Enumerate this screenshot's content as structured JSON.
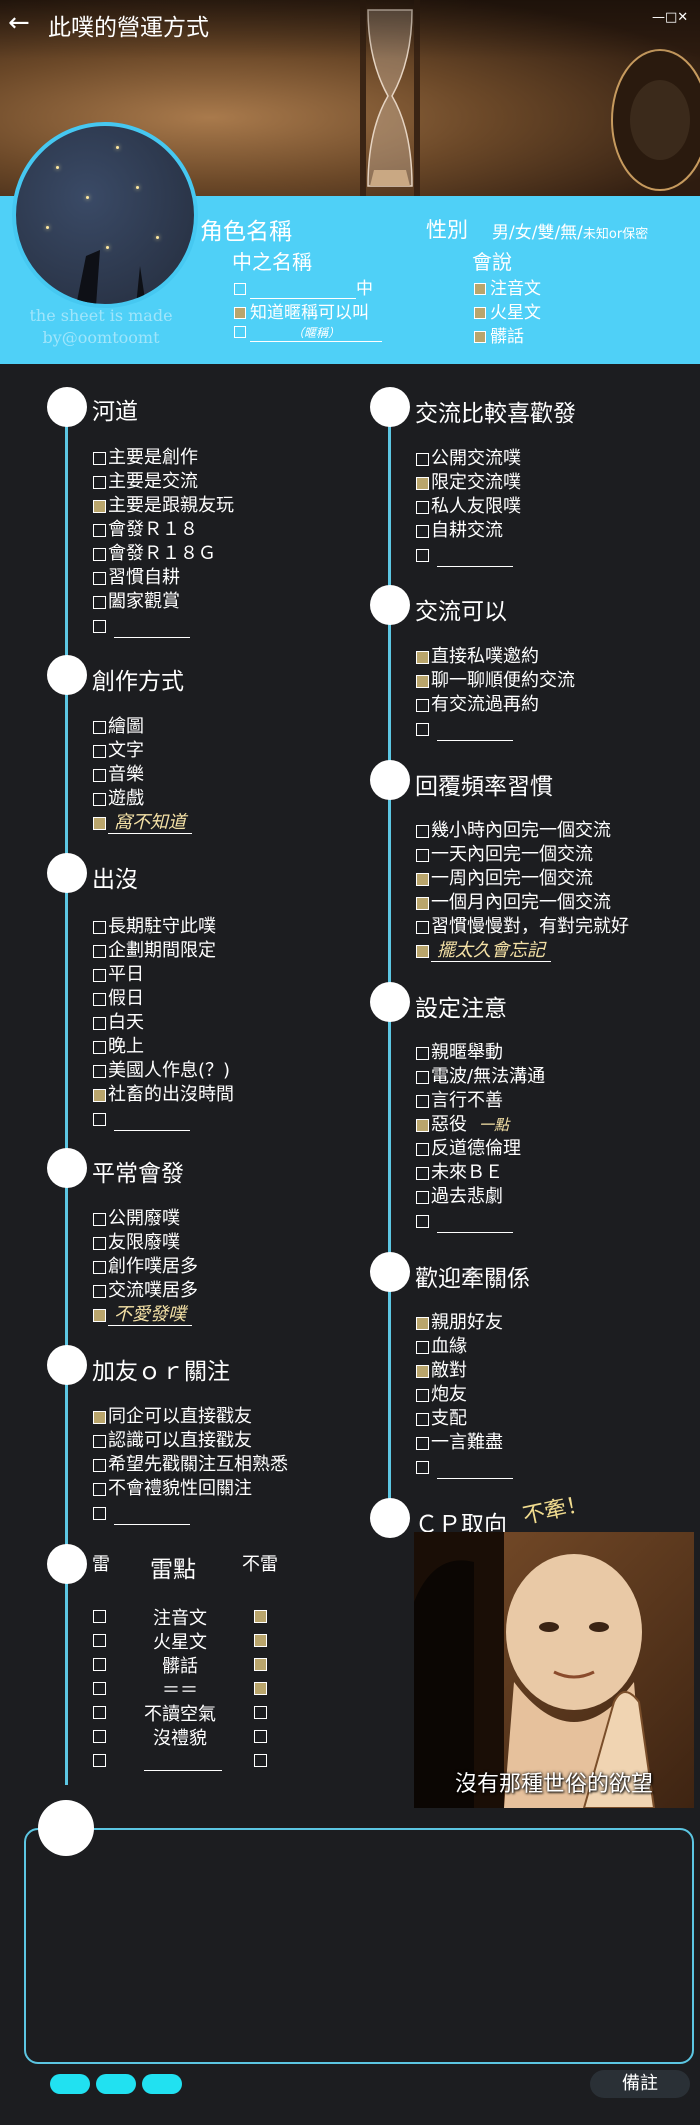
{
  "window": {
    "title": "此噗的營運方式",
    "controls": "—□✕"
  },
  "avatar": {
    "credit": "the sheet is made by@oomtoomt"
  },
  "profile": {
    "char_name": "角色名稱",
    "gender_label": "性別",
    "gender_options": "男/女/雙/無/",
    "gender_unknown": "未知or保密",
    "middle_name": "中之名稱",
    "middle_suffix": "中",
    "middle_nick": "知道暱稱可以叫",
    "nickname_label": "（暱稱）",
    "speaks": "會說",
    "lang1": "注音文",
    "lang2": "火星文",
    "lang3": "髒話"
  },
  "sections": {
    "s1": {
      "title": "河道",
      "items": [
        "主要是創作",
        "主要是交流",
        "主要是跟親友玩",
        "會發Ｒ１８",
        "會發Ｒ１８Ｇ",
        "習慣自耕",
        "闔家觀賞"
      ]
    },
    "s2": {
      "title": "創作方式",
      "items": [
        "繪圖",
        "文字",
        "音樂",
        "遊戲"
      ],
      "hand": "窩不知道"
    },
    "s3": {
      "title": "出沒",
      "items": [
        "長期駐守此噗",
        "企劃期間限定",
        "平日",
        "假日",
        "白天",
        "晚上",
        "美國人作息(？)",
        "社畜的出沒時間"
      ]
    },
    "s4": {
      "title": "平常會發",
      "items": [
        "公開廢噗",
        "友限廢噗",
        "創作噗居多",
        "交流噗居多"
      ],
      "hand": "不愛發噗"
    },
    "s5": {
      "title": "加友ｏｒ關注",
      "items": [
        "同企可以直接戳友",
        "認識可以直接戳友",
        "希望先戳關注互相熟悉",
        "不會禮貌性回關注"
      ]
    },
    "s6": {
      "title": "雷點",
      "left": "雷",
      "right": "不雷",
      "items": [
        "注音文",
        "火星文",
        "髒話",
        "＝＝",
        "不讀空氣",
        "沒禮貌"
      ]
    },
    "s7": {
      "title": "交流比較喜歡發",
      "items": [
        "公開交流噗",
        "限定交流噗",
        "私人友限噗",
        "自耕交流"
      ]
    },
    "s8": {
      "title": "交流可以",
      "items": [
        "直接私噗邀約",
        "聊一聊順便約交流",
        "有交流過再約"
      ]
    },
    "s9": {
      "title": "回覆頻率習慣",
      "items": [
        "幾小時內回完一個交流",
        "一天內回完一個交流",
        "一周內回完一個交流",
        "一個月內回完一個交流",
        "習慣慢慢對，有對完就好"
      ],
      "hand": "擺太久會忘記"
    },
    "s10": {
      "title": "設定注意",
      "items": [
        "親暱舉動",
        "電波/無法溝通",
        "言行不善",
        "惡役",
        "反道德倫理",
        "未來ＢＥ",
        "過去悲劇"
      ],
      "note": "一點"
    },
    "s11": {
      "title": "歡迎牽關係",
      "items": [
        "親朋好友",
        "血緣",
        "敵對",
        "炮友",
        "支配",
        "一言難盡"
      ]
    },
    "s12": {
      "title": "ＣＰ取向",
      "note": "不牽！",
      "meme_caption": "沒有那種世俗的欲望"
    }
  },
  "footer": {
    "remarks": "備註"
  }
}
